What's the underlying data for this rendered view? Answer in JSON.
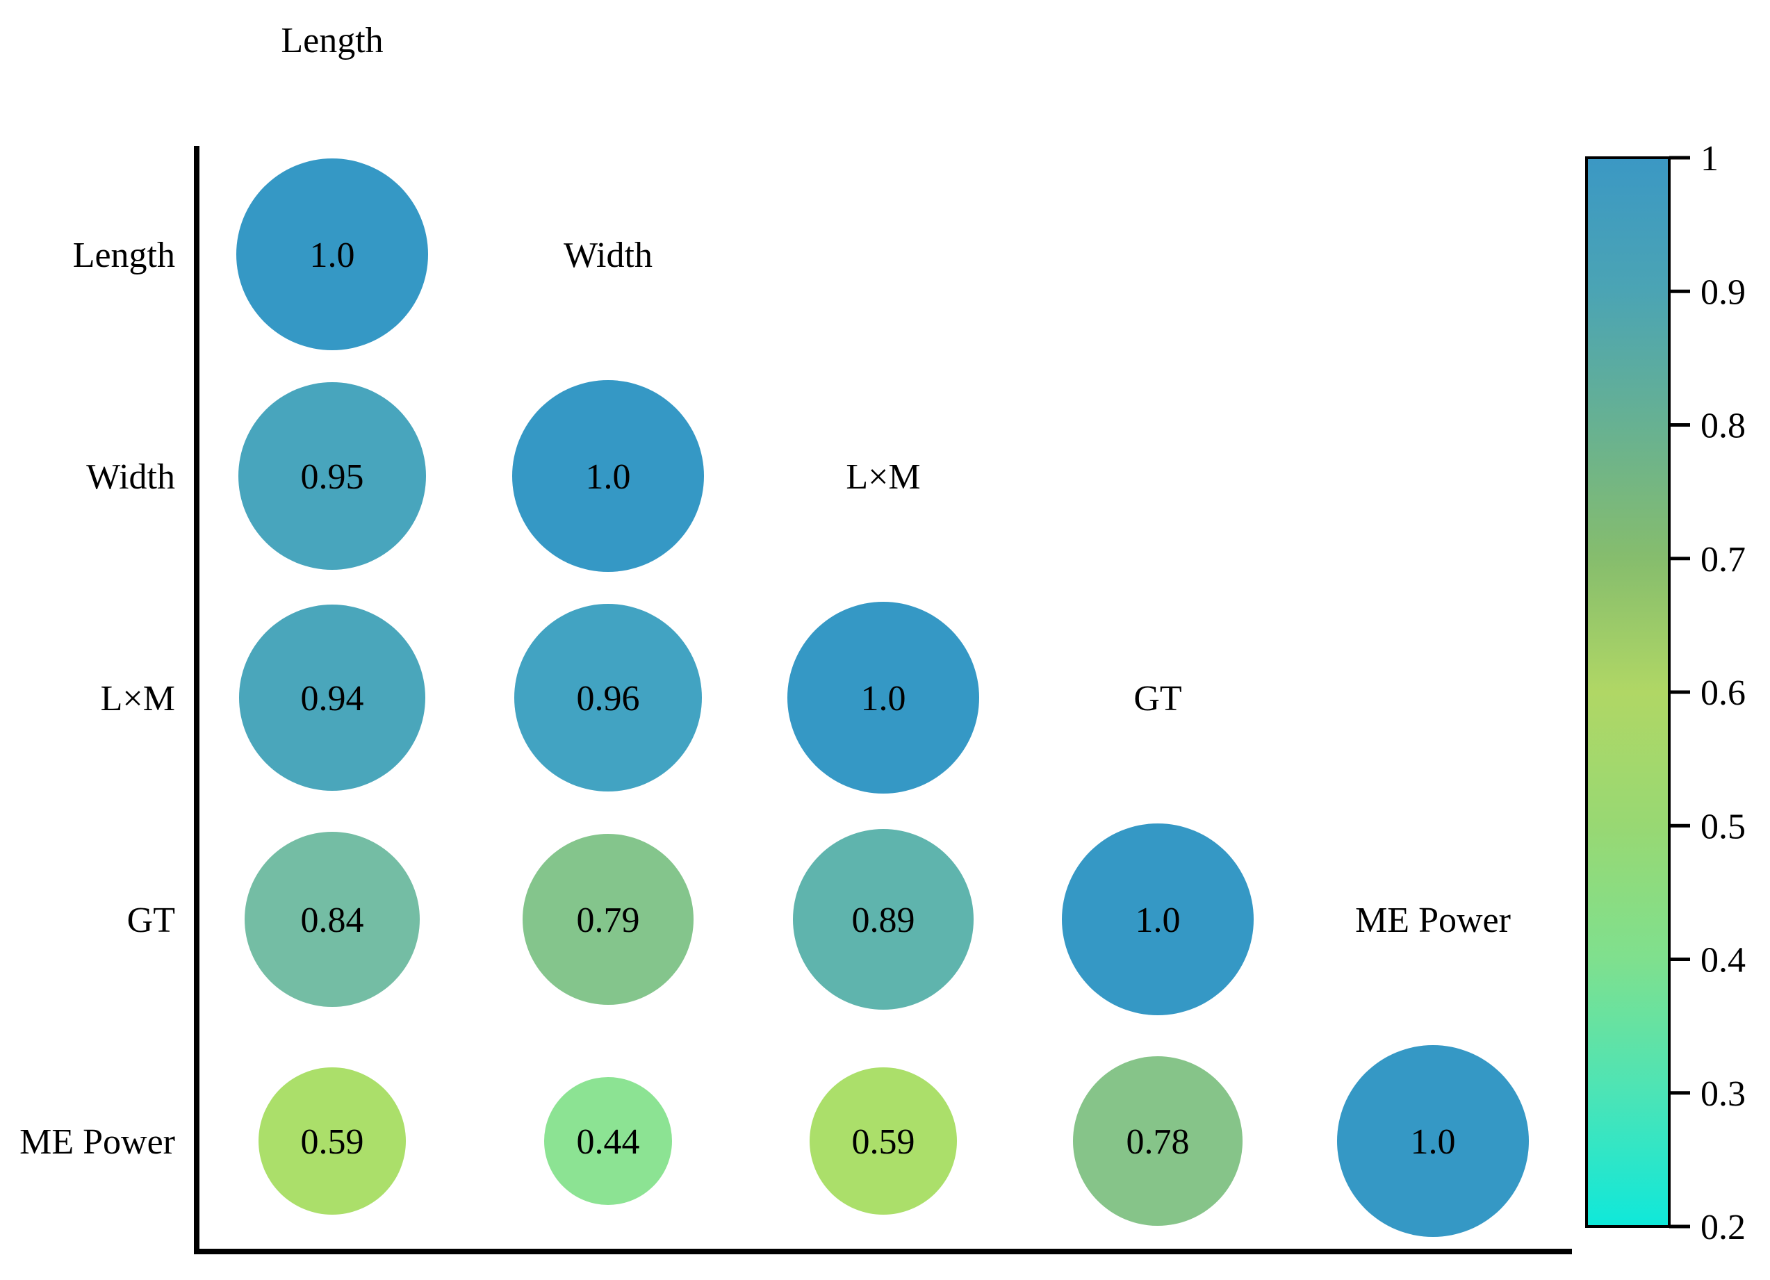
{
  "figure": {
    "background": "#ffffff",
    "axis_color": "#000000"
  },
  "chart_data": {
    "type": "bubble-correlation-matrix",
    "title": "",
    "variables": [
      "Length",
      "Width",
      "L×M",
      "GT",
      "ME Power"
    ],
    "row_labels": [
      "Length",
      "Width",
      "L×M",
      "GT",
      "ME Power"
    ],
    "diagonal_labels": [
      "Length",
      "Width",
      "L×M",
      "GT",
      "ME Power"
    ],
    "matrix_lower_triangle": [
      [
        1.0
      ],
      [
        0.95,
        1.0
      ],
      [
        0.94,
        0.96,
        1.0
      ],
      [
        0.84,
        0.79,
        0.89,
        1.0
      ],
      [
        0.59,
        0.44,
        0.59,
        0.78,
        1.0
      ]
    ],
    "value_labels": [
      [
        "1.0"
      ],
      [
        "0.95",
        "1.0"
      ],
      [
        "0.94",
        "0.96",
        "1.0"
      ],
      [
        "0.84",
        "0.79",
        "0.89",
        "1.0"
      ],
      [
        "0.59",
        "0.44",
        "0.59",
        "0.78",
        "1.0"
      ]
    ],
    "bubble_colors": [
      [
        "#3598c5"
      ],
      [
        "#48a5bd",
        "#3598c5"
      ],
      [
        "#4aa6bb",
        "#42a3c2",
        "#3598c5"
      ],
      [
        "#74bda4",
        "#84c58c",
        "#5fb4ad",
        "#3598c5"
      ],
      [
        "#abdf6a",
        "#8ce393",
        "#abdf6a",
        "#86c489",
        "#3598c5"
      ]
    ],
    "value_text_color": "#000000",
    "colorbar": {
      "min": 0.2,
      "max": 1,
      "tick_labels": [
        "1",
        "0.9",
        "0.8",
        "0.7",
        "0.6",
        "0.5",
        "0.4",
        "0.3",
        "0.2"
      ],
      "tick_values": [
        1,
        0.9,
        0.8,
        0.7,
        0.6,
        0.5,
        0.4,
        0.3,
        0.2
      ],
      "gradient_stops": [
        {
          "offset": 0.0,
          "color": "#3b98c4"
        },
        {
          "offset": 0.125,
          "color": "#4ba4b4"
        },
        {
          "offset": 0.25,
          "color": "#67b192"
        },
        {
          "offset": 0.375,
          "color": "#86bd6d"
        },
        {
          "offset": 0.5,
          "color": "#b0d765"
        },
        {
          "offset": 0.625,
          "color": "#98d873"
        },
        {
          "offset": 0.75,
          "color": "#7fe08e"
        },
        {
          "offset": 0.875,
          "color": "#4ce4b6"
        },
        {
          "offset": 1.0,
          "color": "#0fe8da"
        }
      ]
    },
    "legend_position": "right",
    "grid": false
  }
}
